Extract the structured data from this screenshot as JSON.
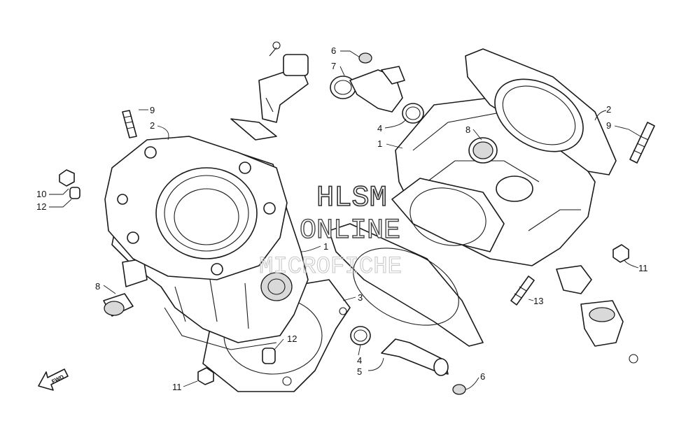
{
  "watermark": {
    "line1": "HLSM",
    "line2": "ONLINE",
    "line3": "MICROFICHE"
  },
  "direction_arrow": {
    "label": "FWD"
  },
  "callouts": {
    "left_stud_9": "9",
    "left_gasket_2": "2",
    "left_nut_10": "10",
    "left_dowel_12": "12",
    "left_cylinder_1": "1",
    "left_plug_8": "8",
    "left_base_gasket_3": "3",
    "left_dowel_12b": "12",
    "left_nut_11": "11",
    "left_oring_4": "4",
    "left_elbow_5": "5",
    "left_bolt_6": "6",
    "right_bolt_6": "6",
    "right_elbow_7": "7",
    "right_oring_4": "4",
    "right_cylinder_1": "1",
    "right_plug_8": "8",
    "right_gasket_2": "2",
    "right_stud_9": "9",
    "right_nut_11": "11",
    "right_stud_13": "13"
  }
}
